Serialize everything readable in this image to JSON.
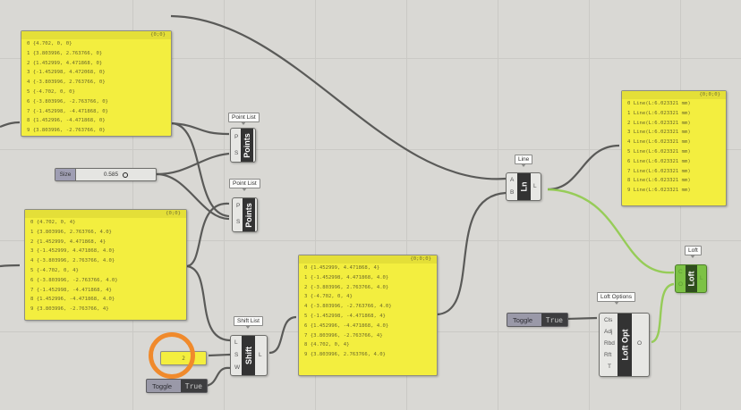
{
  "canvas": {
    "highlight_color": "#f08a2c",
    "wire_color": "#5a5a58",
    "active_wire_color": "#8fcb4b"
  },
  "panels": {
    "top_points": {
      "path": "{0;0}",
      "rows": [
        "0 {4.702, 0, 0}",
        "1 {3.803996, 2.763766, 0}",
        "2 {1.452999, 4.471868, 0}",
        "3 {-1.452998, 4.472068, 0}",
        "4 {-3.803996, 2.763766, 0}",
        "5 {-4.702, 0, 0}",
        "6 {-3.803996, -2.763766, 0}",
        "7 {-1.452998, -4.471868, 0}",
        "8 {1.452996, -4.471868, 0}",
        "9 {3.803996, -2.763766, 0}"
      ]
    },
    "bottom_points": {
      "path": "{0;0}",
      "rows": [
        "0 {4.702, 0, 4}",
        "1 {3.803996, 2.763766, 4.0}",
        "2 {1.452999, 4.471868, 4}",
        "3 {-1.452999, 4.471868, 4.0}",
        "4 {-3.803996, 2.763766, 4.0}",
        "5 {-4.702, 0, 4}",
        "6 {-3.803996, -2.763766, 4.0}",
        "7 {-1.452998, -4.471868, 4}",
        "8 {1.452996, -4.471868, 4.0}",
        "9 {3.803996, -2.763766, 4}"
      ]
    },
    "shifted_points": {
      "path": "{0;0;0}",
      "rows": [
        "0 {1.452999, 4.471868, 4}",
        "1 {-1.452998, 4.471868, 4.0}",
        "2 {-3.803996, 2.763766, 4.0}",
        "3 {-4.702, 0, 4}",
        "4 {-3.803996, -2.763766, 4.0}",
        "5 {-1.452998, -4.471868, 4}",
        "6 {1.452996, -4.471868, 4.0}",
        "7 {3.803996, -2.763766, 4}",
        "8 {4.702, 0, 4}",
        "9 {3.803996, 2.763766, 4.0}"
      ]
    },
    "lines": {
      "path": "{0;0;0}",
      "rows": [
        "0 Line(L:6.023321 mm)",
        "1 Line(L:6.023321 mm)",
        "2 Line(L:6.023321 mm)",
        "3 Line(L:6.023321 mm)",
        "4 Line(L:6.023321 mm)",
        "5 Line(L:6.023321 mm)",
        "6 Line(L:6.023321 mm)",
        "7 Line(L:6.023321 mm)",
        "8 Line(L:6.023321 mm)",
        "9 Line(L:6.023321 mm)"
      ]
    },
    "shift_value": {
      "value": "2"
    }
  },
  "components": {
    "point_list_1": {
      "bubble": "Point List",
      "name": "Points",
      "inputs": [
        "P",
        "S"
      ]
    },
    "point_list_2": {
      "bubble": "Point List",
      "name": "Points",
      "inputs": [
        "P",
        "S"
      ]
    },
    "shift_list": {
      "bubble": "Shift List",
      "name": "Shift",
      "inputs": [
        "L",
        "S",
        "W"
      ],
      "outputs": [
        "L"
      ]
    },
    "line": {
      "bubble": "Line",
      "name": "Ln",
      "inputs": [
        "A",
        "B"
      ],
      "outputs": [
        "L"
      ]
    },
    "loft_options": {
      "bubble": "Loft Options",
      "name": "Loft Opt",
      "inputs": [
        "Cls",
        "Adj",
        "Rbd",
        "Rft",
        "T"
      ],
      "outputs": [
        "O"
      ]
    },
    "loft": {
      "bubble": "Loft",
      "name": "Loft",
      "inputs": [
        "C",
        "O"
      ],
      "outputs": [
        "L"
      ]
    }
  },
  "slider": {
    "label": "Size",
    "value": "0.585"
  },
  "toggles": {
    "shift_wrap": {
      "label": "Toggle",
      "value": "True"
    },
    "loft_closed": {
      "label": "Toggle",
      "value": "True"
    }
  }
}
